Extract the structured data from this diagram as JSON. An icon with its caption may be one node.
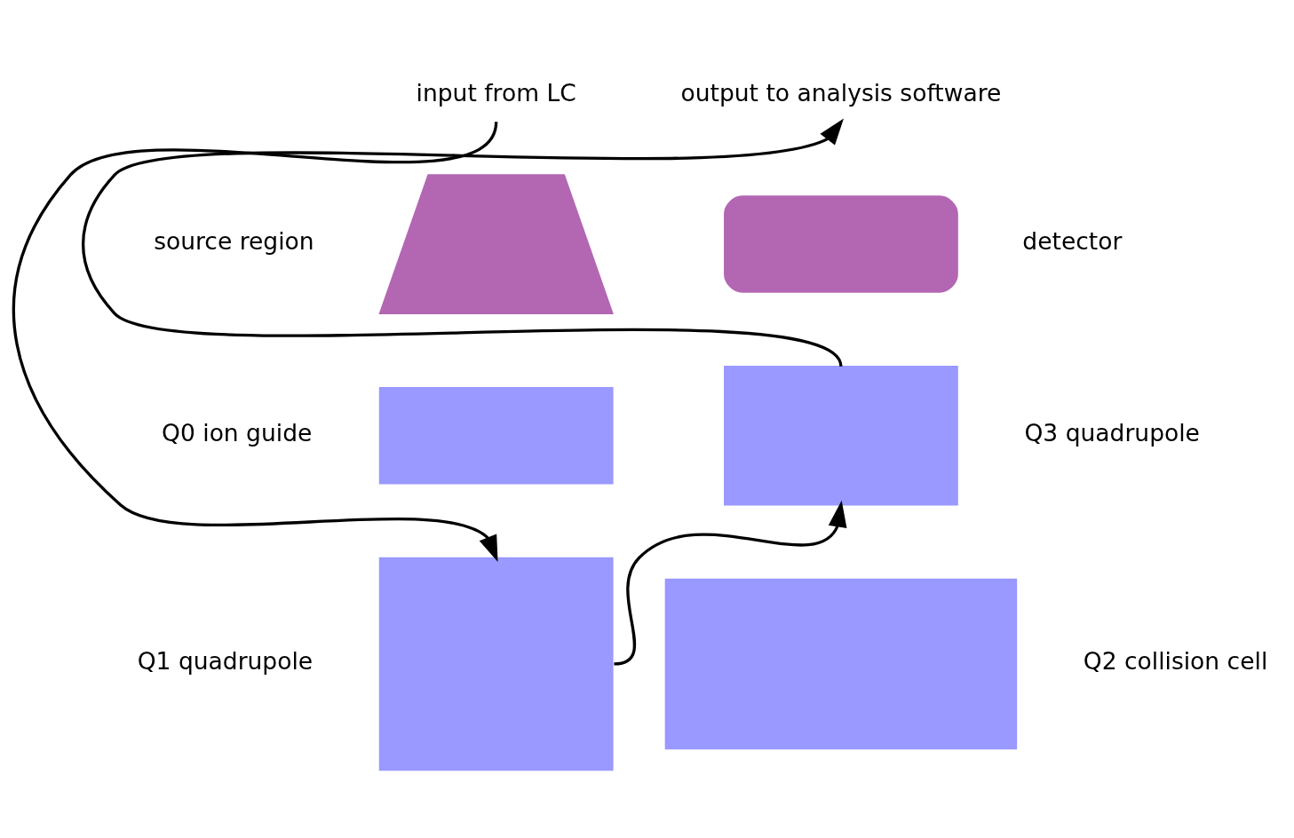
{
  "diagram": {
    "nodes": [
      {
        "text": [
          "input from LC"
        ]
      },
      {
        "text": [],
        "shape": "trapezoid",
        "beside": [
          "source region"
        ]
      },
      {
        "text": [],
        "shape": "box",
        "beside": [
          "Q0 ion guide"
        ]
      },
      {
        "text": [],
        "shape": "box",
        "beside": [
          "Q1 quadrupole"
        ]
      },
      {
        "text": [],
        "shape": "box",
        "beside": [
          "Q2 collision cell"
        ]
      },
      {
        "text": [],
        "shape": "box",
        "beside": [
          "Q3 quadrupole"
        ]
      },
      {
        "text": [],
        "shape": "box",
        "beside": [
          "detector"
        ]
      },
      {
        "text": [
          "output to analysis software"
        ]
      }
    ],
    "edges": [
      {
        "from": 0,
        "to": 3,
        "arrow": "to"
      },
      {
        "from": 3,
        "to": 5,
        "arrow": "to"
      },
      {
        "from": 5,
        "to": 7,
        "arrow": "to"
      }
    ]
  }
}
